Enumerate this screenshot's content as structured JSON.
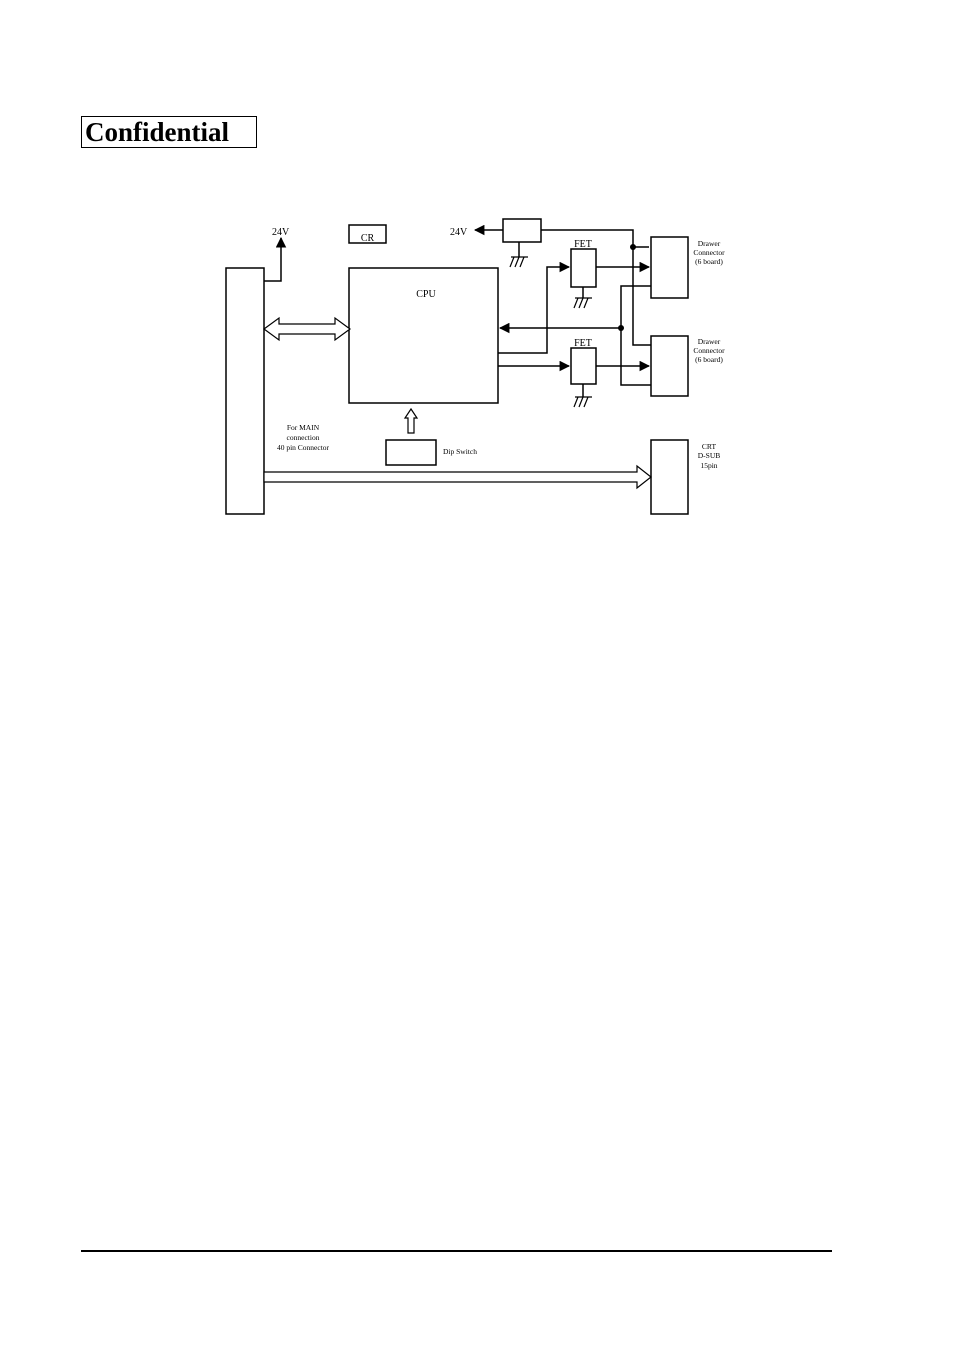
{
  "header": {
    "stamp": "Confidential"
  },
  "diagram": {
    "power_left": "24V",
    "power_right": "24V",
    "cr": "CR",
    "cpu": "CPU",
    "fet_top": "FET",
    "fet_bottom": "FET",
    "drawer_top": [
      "Drawer",
      "Connector",
      "(6 board)"
    ],
    "drawer_bottom": [
      "Drawer",
      "Connector",
      "(6 board)"
    ],
    "crt": [
      "CRT",
      "D-SUB",
      "15pin"
    ],
    "main_connector": [
      "For MAIN",
      "connection",
      "40 pin Connector"
    ],
    "dip_switch": "Dip Switch"
  }
}
